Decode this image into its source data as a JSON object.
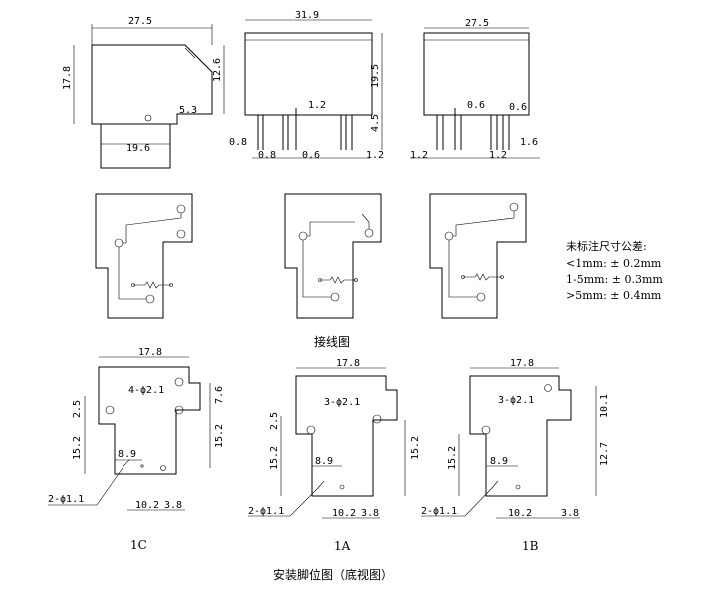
{
  "top_views": {
    "left": {
      "width": "27.5",
      "height": "17.8",
      "step": "12.6",
      "offset": "5.3",
      "base": "19.6"
    },
    "middle": {
      "width": "31.9",
      "height": "19.5",
      "pin_gap": "1.2",
      "pin_len": "4.5",
      "left_pin": "0.8",
      "pin_w": "0.8",
      "spacing": "0.6",
      "right": "1.2"
    },
    "right": {
      "width": "27.5",
      "gap_a": "0.6",
      "gap_b": "0.6",
      "left": "1.2",
      "mid": "1.2",
      "right": "1.6"
    }
  },
  "wiring_caption": "接线图",
  "tolerance": {
    "title": "未标注尺寸公差:",
    "rows": [
      "<1mm: ± 0.2mm",
      "1-5mm: ± 0.3mm",
      ">5mm: ± 0.4mm"
    ]
  },
  "pcb": {
    "c1": {
      "top": "17.8",
      "holes4": "4-ϕ2.1",
      "right1": "7.6",
      "right2": "15.2",
      "left1": "2.5",
      "left2": "15.2",
      "pitch": "8.9",
      "hole2": "2-ϕ1.1",
      "bottom": "10.2",
      "bottom2": "3.8",
      "name": "1C"
    },
    "a1": {
      "top": "17.8",
      "holes3": "3-ϕ2.1",
      "right": "15.2",
      "left1": "2.5",
      "left2": "15.2",
      "pitch": "8.9",
      "hole2": "2-ϕ1.1",
      "bottom": "10.2",
      "bottom2": "3.8",
      "name": "1A"
    },
    "b1": {
      "top": "17.8",
      "holes3": "3-ϕ2.1",
      "right1": "10.1",
      "right2": "12.7",
      "left": "15.2",
      "pitch": "8.9",
      "hole2": "2-ϕ1.1",
      "bottom": "10.2",
      "bottom2": "3.8",
      "name": "1B"
    }
  },
  "pcb_caption": "安装脚位图（底视图）"
}
